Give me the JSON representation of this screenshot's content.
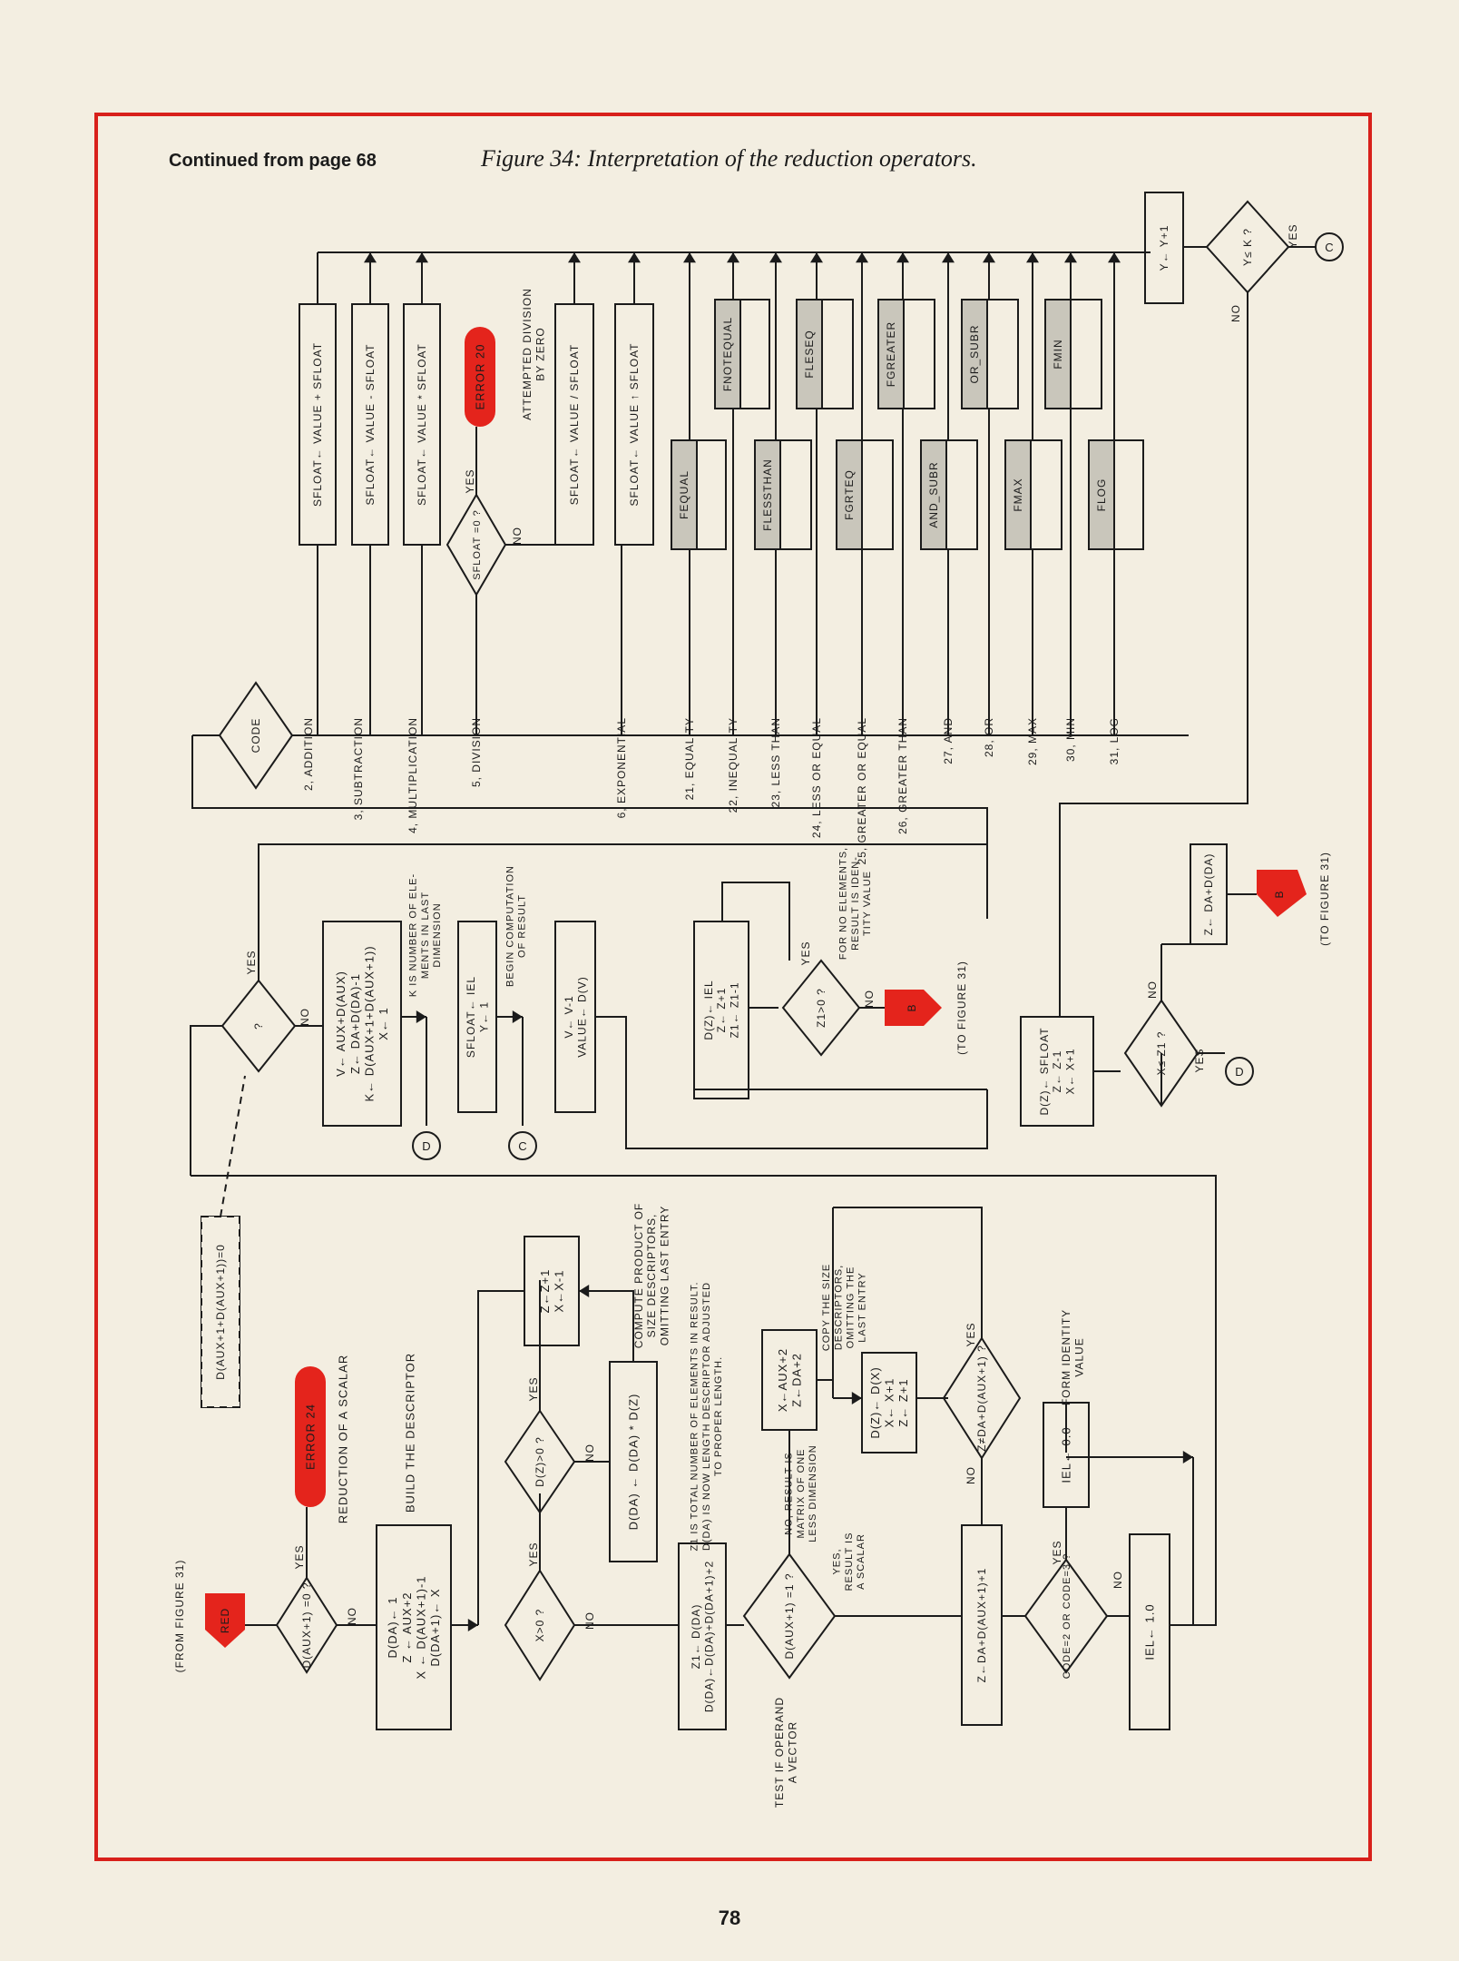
{
  "header": {
    "continued": "Continued from page 68",
    "figure_title": "Figure 34: Interpretation of the reduction operators."
  },
  "page_number": "78",
  "colors": {
    "frame": "#d8201b",
    "terminator": "#e4241c",
    "shaded_box": "#c9c6bb",
    "paper": "#f3eee1"
  },
  "labels": {
    "from_fig": "(FROM FIGURE 31)",
    "red": "RED",
    "d_aux1_zero": "D(AUX+1) =0 ?",
    "yes": "YES",
    "no": "NO",
    "error24": "ERROR 24",
    "reduction_scalar": "REDUCTION OF A SCALAR",
    "build_descriptor": "BUILD THE DESCRIPTOR",
    "init_lines": [
      "D(DA)← 1",
      "Z ← AUX+2",
      "X ← D(AUX+1)-1",
      "D(DA+1)← X"
    ],
    "x_gt_0": "X>0 ?",
    "dz_gt_0": "D(Z)>0 ?",
    "zx_lines": [
      "Z←Z+1",
      "X←X-1"
    ],
    "dda_mult": "D(DA) ← D(DA) * D(Z)",
    "compute_note": [
      "COMPUTE PRODUCT OF",
      "SIZE DESCRIPTORS,",
      "OMITTING LAST ENTRY"
    ],
    "z1_lines": [
      "Z1← D(DA)",
      "D(DA)←D(DA)+D(DA+1)+2"
    ],
    "z1_note": [
      "Z1 IS TOTAL NUMBER OF ELEMENTS IN RESULT.",
      "D(DA) IS NOW LENGTH DESCRIPTOR ADJUSTED",
      "TO PROPER LENGTH."
    ],
    "d_aux1_one": "D(AUX+1) =1 ?",
    "test_vector": [
      "TEST IF OPERAND",
      "A VECTOR"
    ],
    "no_matrix": [
      "NO, RESULT IS",
      "MATRIX OF ONE",
      "LESS DIMENSION"
    ],
    "yes_scalar": [
      "YES,",
      "RESULT IS",
      "A SCALAR"
    ],
    "xz_aux": [
      "X←AUX+2",
      "Z←DA+2"
    ],
    "copy_lines": [
      "D(Z)← D(X)",
      "X← X+1",
      "Z← Z+1"
    ],
    "copy_note": [
      "COPY THE SIZE",
      "DESCRIPTORS,",
      "OMITTING THE",
      "LAST ENTRY"
    ],
    "z_ne_da": "Z≠DA+D(AUX+1) ?",
    "z_da_aux": "Z←DA+D(AUX+1)+1",
    "code_q": "CODE=2 OR CODE=3 ?",
    "iel_00": "IEL← 0.0",
    "iel_10": "IEL← 1.0",
    "form_identity": [
      "FORM IDENTITY",
      "VALUE"
    ],
    "dashed_cond": "D(AUX+1+D(AUX+1))=0",
    "q": "?",
    "v_lines": [
      "V← AUX+D(AUX)",
      "Z← DA+D(DA)-1",
      "K← D(AUX+1+D(AUX+1))",
      "X← 1"
    ],
    "k_note": [
      "K IS NUMBER OF ELE-",
      "MENTS IN LAST",
      "DIMENSION"
    ],
    "sfloat_iel": [
      "SFLOAT← IEL",
      "Y← 1"
    ],
    "begin_note": [
      "BEGIN COMPUTATION",
      "OF RESULT"
    ],
    "vvalue": [
      "V← V-1",
      "VALUE← D(V)"
    ],
    "dz_iel": [
      "D(Z)← IEL",
      "Z← Z+1",
      "Z1← Z1-1"
    ],
    "z1_gt_0": "Z1>0 ?",
    "no_elements": [
      "FOR NO ELEMENTS,",
      "RESULT IS IDEN-",
      "TITY VALUE"
    ],
    "b": "B",
    "to_fig": "(TO FIGURE 31)",
    "c": "C",
    "d": "D",
    "code": "CODE",
    "codes": [
      "2, ADDITION",
      "3, SUBTRACTION",
      "4, MULTIPLICATION",
      "5, DIVISION",
      "6, EXPONENTIAL",
      "21, EQUALITY",
      "22, INEQUALITY",
      "23, LESS THAN",
      "24, LESS OR EQUAL",
      "25, GREATER OR EQUAL",
      "26, GREATER THAN",
      "27, AND",
      "28, OR",
      "29, MAX",
      "30, MIN",
      "31, LOG"
    ],
    "ops": [
      "SFLOAT← VALUE + SFLOAT",
      "SFLOAT← VALUE - SFLOAT",
      "SFLOAT← VALUE * SFLOAT",
      "SFLOAT← VALUE / SFLOAT",
      "SFLOAT← VALUE ↑ SFLOAT"
    ],
    "sfloat_zero": "SFLOAT =0 ?",
    "error20": "ERROR 20",
    "div_zero": [
      "ATTEMPTED DIVISION",
      "BY ZERO"
    ],
    "subs": [
      "FEQUAL",
      "FNOTEQUAL",
      "FLESSTHAN",
      "FLESEQ",
      "FGRTEQ",
      "FGREATER",
      "AND_SUBR",
      "OR_SUBR",
      "FMAX",
      "FMIN",
      "FLOG"
    ],
    "y_inc": "Y← Y+1",
    "y_le_k": "Y≤ K ?",
    "dz_sfloat": [
      "D(Z)← SFLOAT",
      "Z← Z-1",
      "X← X+1"
    ],
    "x_le_z1": "X≤ Z1 ?",
    "z_da": "Z← DA+D(DA)"
  }
}
